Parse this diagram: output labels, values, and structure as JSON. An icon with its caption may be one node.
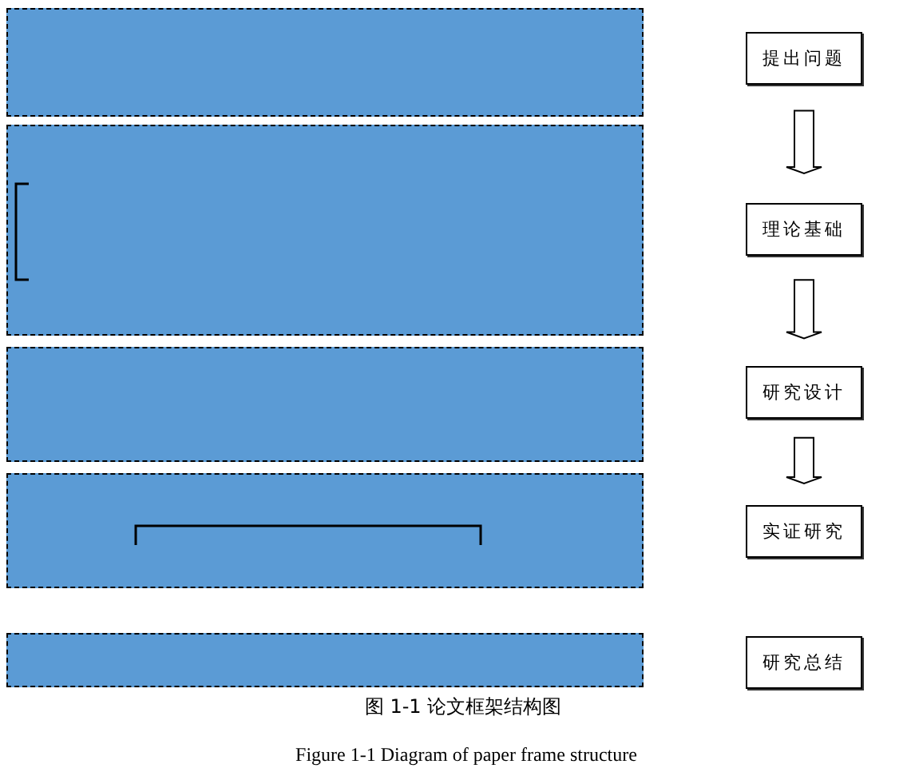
{
  "diagram": {
    "caption": "图 1-1 论文框架结构图",
    "nodes": [
      {
        "text": [],
        "shape": "band"
      },
      {
        "text": [],
        "shape": "band"
      },
      {
        "text": [],
        "shape": "band"
      },
      {
        "text": [],
        "shape": "band"
      },
      {
        "text": [],
        "shape": "band"
      },
      {
        "text": [
          "提出问题"
        ]
      },
      {
        "text": [
          "理论基础"
        ]
      },
      {
        "text": [
          "研究设计"
        ]
      },
      {
        "text": [
          "实证研究"
        ]
      },
      {
        "text": [
          "研究总结"
        ]
      }
    ],
    "edges": [
      {
        "from": 5,
        "to": 6,
        "arrow": "to"
      },
      {
        "from": 6,
        "to": 7,
        "arrow": "to"
      },
      {
        "from": 7,
        "to": 8,
        "arrow": "to"
      }
    ],
    "labels": [
      "Figure 1-1 Diagram of paper frame structure"
    ]
  }
}
